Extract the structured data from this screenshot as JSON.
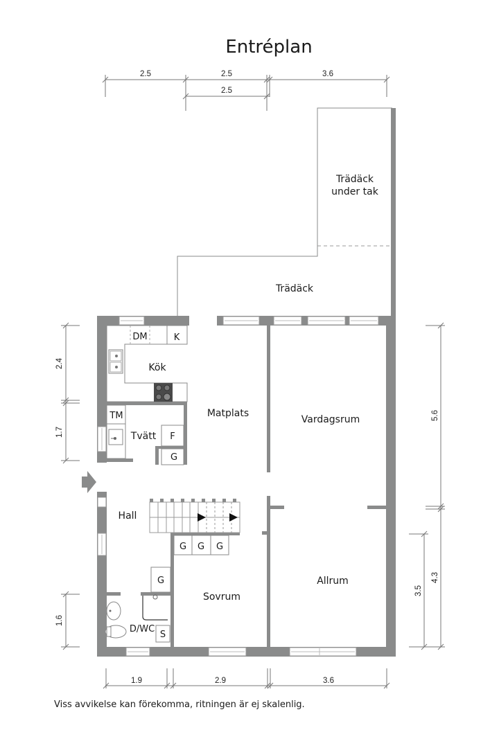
{
  "title": "Entréplan",
  "note": "Viss avvikelse kan förekomma, ritningen är ej skalenlig.",
  "rooms": {
    "deck_covered_line1": "Trädäck",
    "deck_covered_line2": "under tak",
    "deck": "Trädäck",
    "kitchen": "Kök",
    "dining": "Matplats",
    "living": "Vardagsrum",
    "laundry": "Tvätt",
    "hall": "Hall",
    "bedroom": "Sovrum",
    "family_room": "Allrum",
    "bath": "D/WC"
  },
  "fixtures": {
    "dishwasher": "DM",
    "fridge": "K",
    "washer": "TM",
    "freezer": "F",
    "wardrobe_laundry": "G",
    "wardrobe_bed_1": "G",
    "wardrobe_bed_2": "G",
    "wardrobe_bed_3": "G",
    "wardrobe_hall": "G",
    "storage_bath": "S"
  },
  "dimensions": {
    "top": [
      "2.5",
      "2.5",
      "3.6"
    ],
    "top_second_row": "2.5",
    "bottom": [
      "1.9",
      "2.9",
      "3.6"
    ],
    "left": [
      "2.4",
      "1.7",
      "1.6"
    ],
    "right": [
      "5.6",
      "4.3",
      "3.5"
    ]
  },
  "colors": {
    "wall": "#8a8b8b",
    "line": "#777777",
    "text": "#1a1a1a"
  }
}
